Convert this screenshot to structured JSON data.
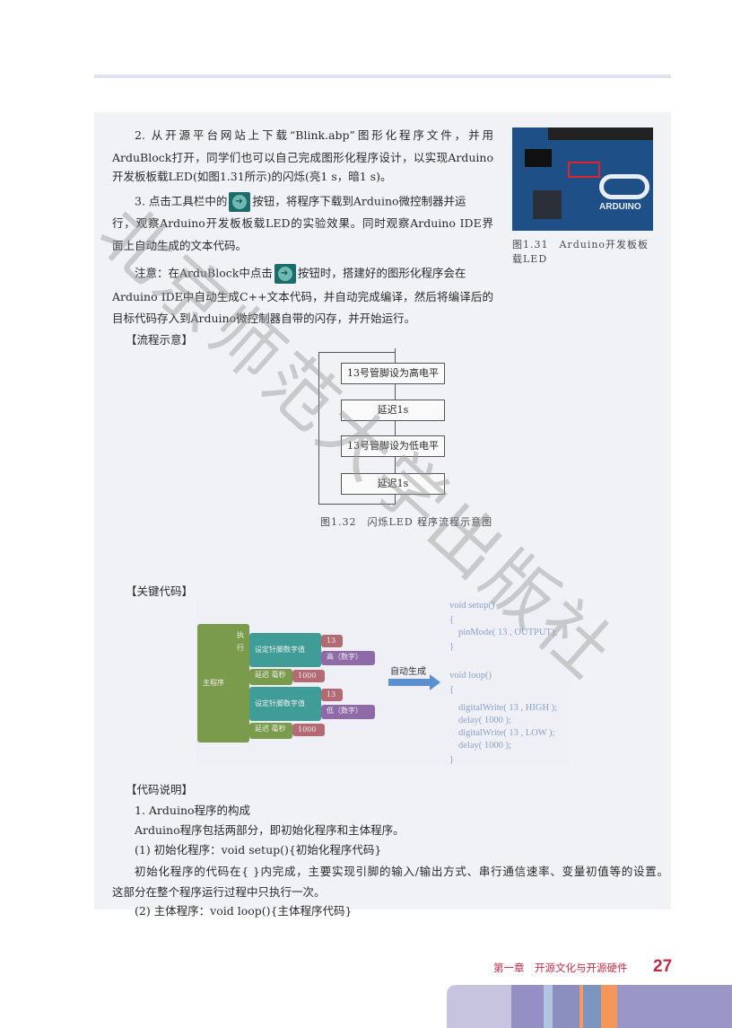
{
  "para2": [
    "2. 从开源平台网站上下载“Blink.abp”图形化程序文件，并用",
    "ArduBlock打开，同学们也可以自己完成图形化程序设计，以实现Arduino",
    "开发板板载LED(如图1.31所示)的闪烁(亮1 s，暗1 s)。"
  ],
  "para3": {
    "before": "3. 点击工具栏中的",
    "after": "按钮，将程序下载到Arduino微控制器并运",
    "l2": "行，观察Arduino开发板板载LED的实验效果。同时观察Arduino IDE界",
    "l3": "面上自动生成的文本代码。"
  },
  "note": {
    "before": "注意：在ArduBlock中点击",
    "after": "按钮时，搭建好的图形化程序会在",
    "l2": "Arduino IDE中自动生成C++文本代码，并自动完成编译，然后将编译后的",
    "l3": "目标代码存入到Arduino微控制器自带的闪存，并开始运行。"
  },
  "fig131": {
    "caption1": "图1.31　Arduino开发板板",
    "caption2": "载LED",
    "board_label": "ARDUINO"
  },
  "flow_heading": "【流程示意】",
  "flow": {
    "steps": [
      "13号管脚设为高电平",
      "延迟1s",
      "13号管脚设为低电平",
      "延迟1s"
    ],
    "caption": "图1.32　闪烁LED 程序流程示意图"
  },
  "key_heading": "【关键代码】",
  "blocks": {
    "main": "主程序",
    "loop": "执行",
    "set_high": "设定针脚数字值",
    "pin1": "13",
    "val1": "高（数字）",
    "delay1": "延迟",
    "delay_unit": "毫秒",
    "ms1": "1000",
    "set_low": "设定针脚数字值",
    "pin2": "13",
    "val2": "低（数字）",
    "delay2": "延迟",
    "ms2": "1000"
  },
  "arrow_label": "自动生成",
  "code": [
    "void setup()",
    "{",
    "pinMode( 13 , OUTPUT);",
    "}",
    "void loop()",
    "{",
    "digitalWrite( 13 , HIGH );",
    "delay( 1000 );",
    "digitalWrite( 13 , LOW );",
    "delay( 1000 );",
    "}"
  ],
  "explain_heading": "【代码说明】",
  "explain": [
    "1. Arduino程序的构成",
    "Arduino程序包括两部分，即初始化程序和主体程序。",
    "(1) 初始化程序：void setup(){初始化程序代码}",
    "初始化程序的代码在{ }内完成，主要实现引脚的输入/输出方式、串行通信速率、变量初值等的设置。",
    "这部分在整个程序运行过程中只执行一次。",
    "(2) 主体程序：void loop(){主体程序代码}"
  ],
  "watermark": "北京师范大学出版社",
  "footer": {
    "chapter": "第一章　开源文化与开源硬件",
    "page": "27"
  }
}
